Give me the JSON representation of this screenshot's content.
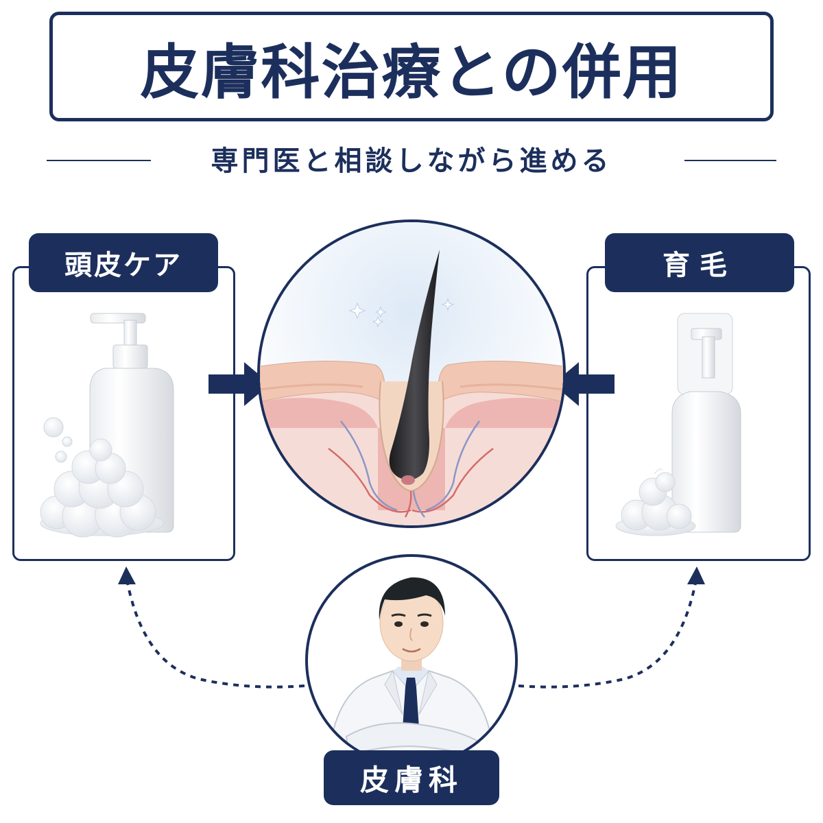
{
  "title": "皮膚科治療との併用",
  "subtitle": "専門医と相談しながら進める",
  "left_panel": {
    "label": "頭皮ケア",
    "icon": "pump-bottle-with-foam-icon"
  },
  "right_panel": {
    "label": "育毛",
    "icon": "foam-dispenser-bottle-icon"
  },
  "center": {
    "icon": "hair-follicle-cross-section-icon"
  },
  "bottom": {
    "label": "皮膚科",
    "icon": "dermatologist-doctor-icon"
  },
  "colors": {
    "navy": "#1c2f5c",
    "skin": "#f2c8c0",
    "hair": "#2b2b2e"
  }
}
